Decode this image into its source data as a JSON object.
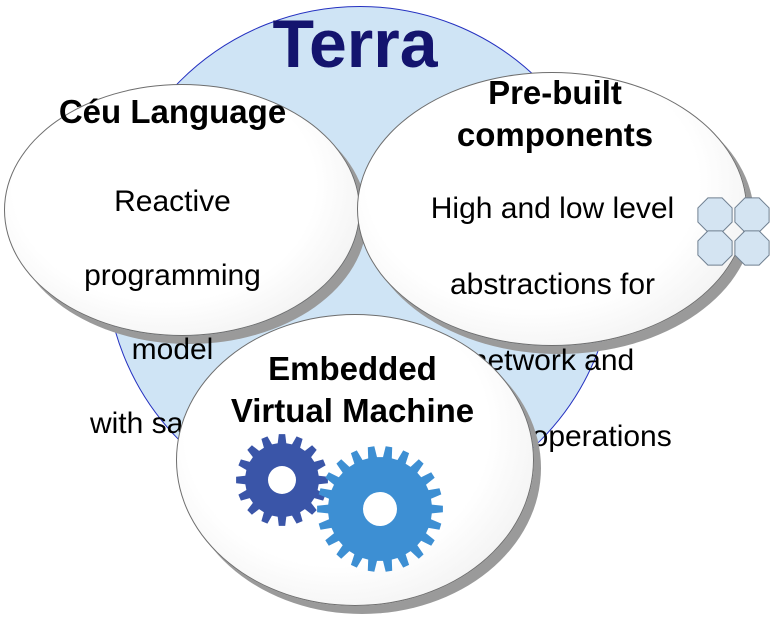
{
  "title": "Terra",
  "ceu": {
    "heading": "Céu Language",
    "lines": [
      "Reactive",
      "programming",
      "model",
      "with safeties"
    ]
  },
  "prebuilt": {
    "heading_lines": [
      "Pre-built",
      "components"
    ],
    "lines": [
      "High and low level",
      "abstractions for",
      "network and",
      "sensor operations"
    ]
  },
  "vm": {
    "heading_lines": [
      "Embedded",
      "Virtual Machine"
    ]
  },
  "colors": {
    "title": "#14146e",
    "terra_fill": "#cfe4f5",
    "terra_border": "#2430c0",
    "gear_dark": "#3a55a8",
    "gear_light": "#3d8fd3",
    "component_fill": "#d4e4f2",
    "component_stroke": "#6f7f90"
  },
  "icons": {
    "components": "octagon-grid-icon",
    "machine": "gears-icon"
  }
}
